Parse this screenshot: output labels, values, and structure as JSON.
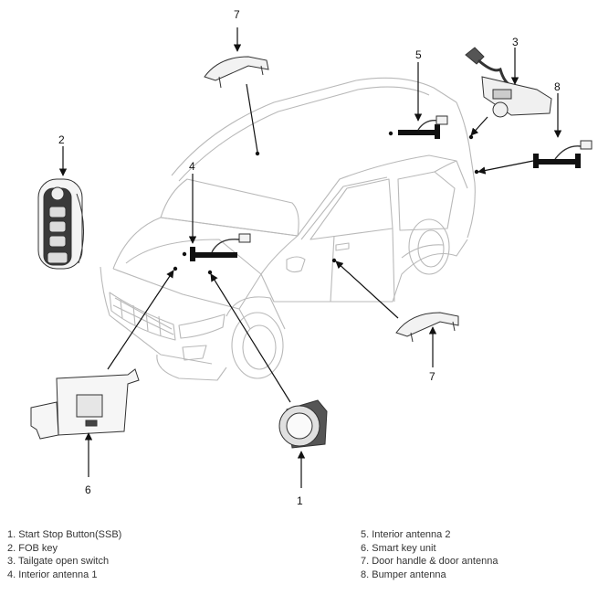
{
  "callouts": {
    "c1": "1",
    "c2": "2",
    "c3": "3",
    "c4": "4",
    "c5": "5",
    "c6": "6",
    "c7a": "7",
    "c7b": "7",
    "c8": "8"
  },
  "legend": {
    "left": [
      "1. Start Stop Button(SSB)",
      "2. FOB key",
      "3. Tailgate open switch",
      "4. Interior antenna 1"
    ],
    "right": [
      "5. Interior antenna 2",
      "6. Smart key unit",
      "7. Door handle & door antenna",
      "8. Bumper antenna"
    ]
  }
}
